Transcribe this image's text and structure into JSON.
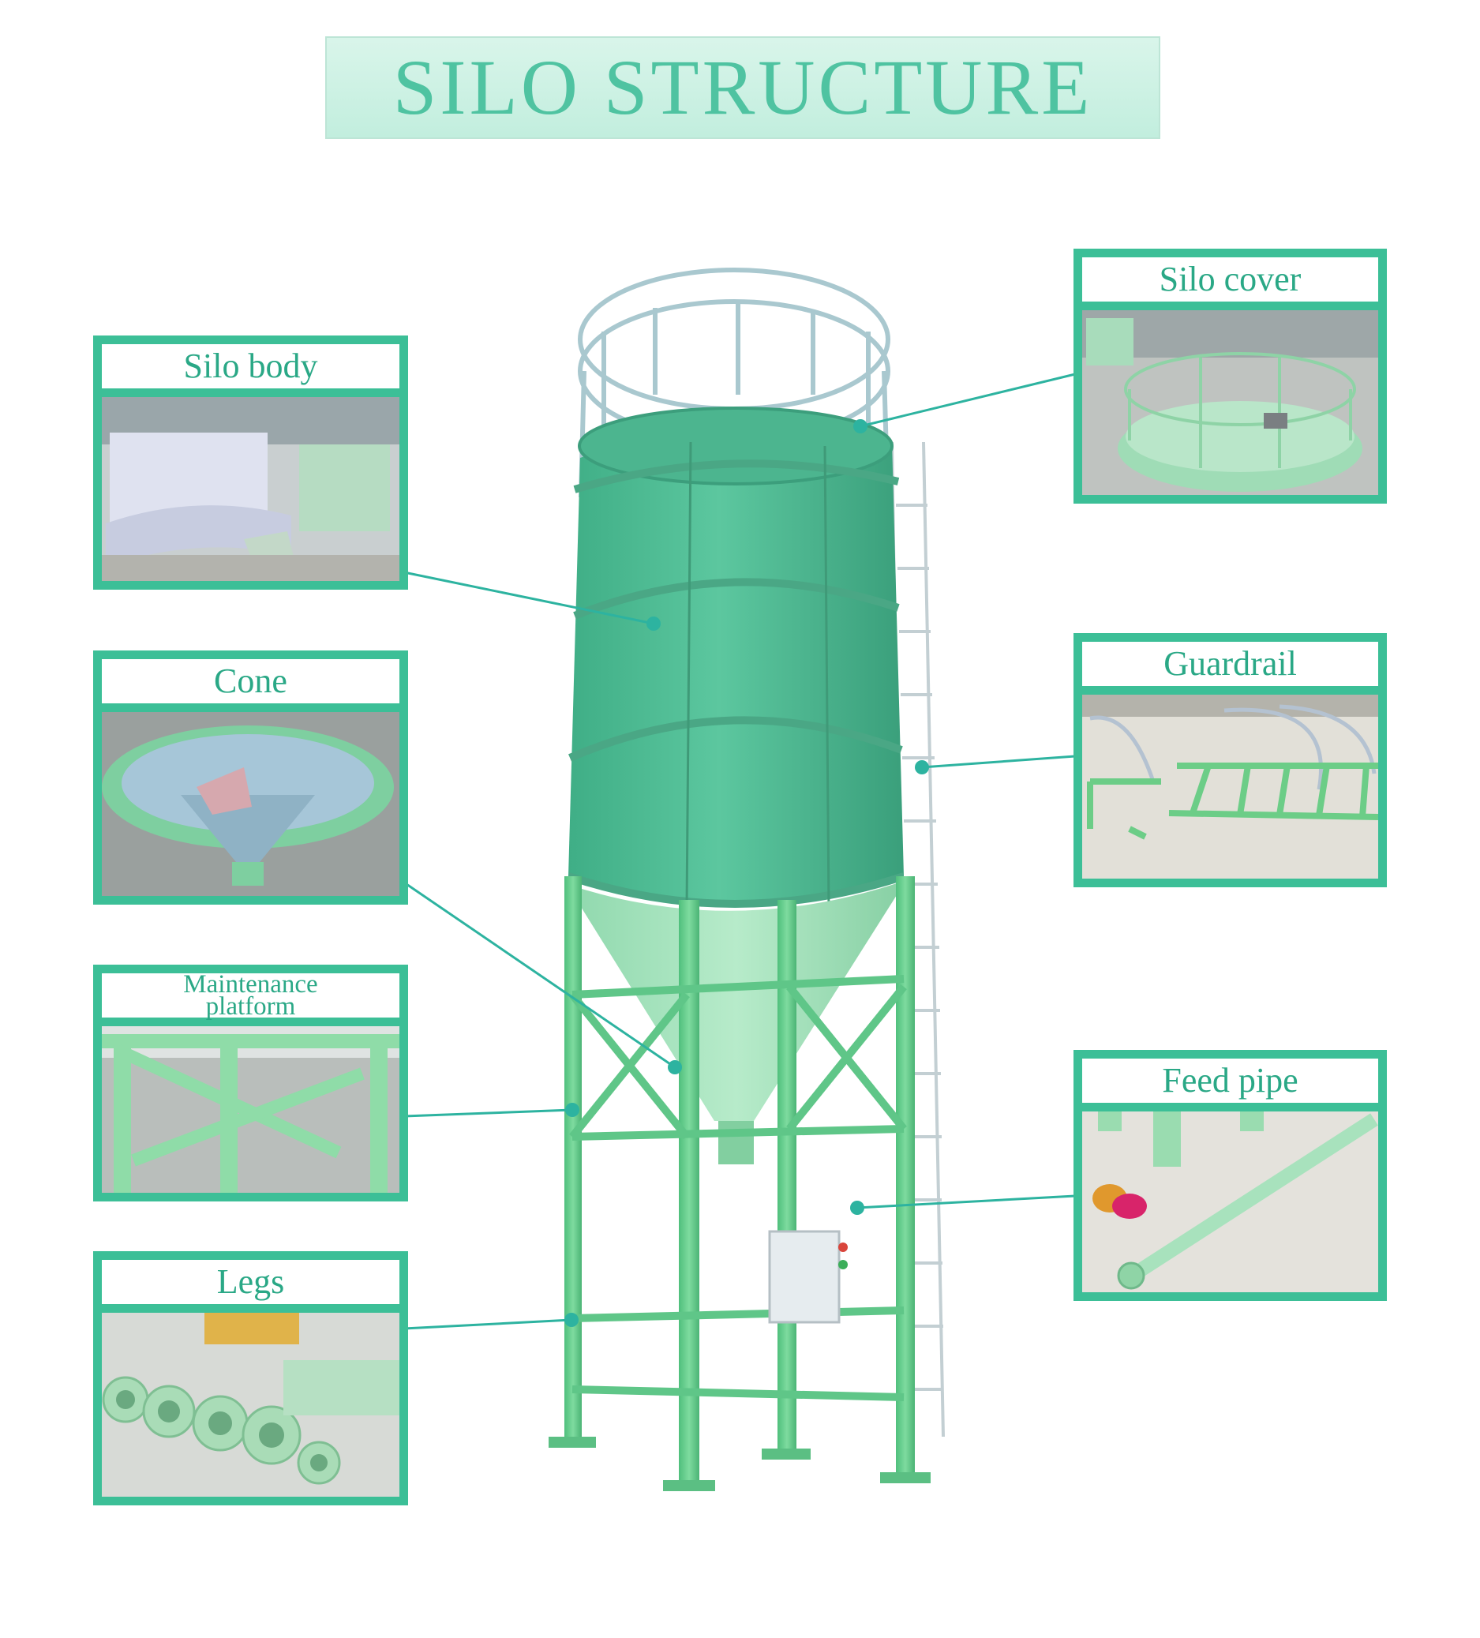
{
  "title": "SILO STRUCTURE",
  "components": {
    "silo_body": "Silo body",
    "cone": "Cone",
    "maintenance_platform": "Maintenance platform",
    "legs": "Legs",
    "silo_cover": "Silo cover",
    "guardrail": "Guardrail",
    "feed_pipe": "Feed pipe"
  },
  "colors": {
    "frame": "#3cbf97",
    "title_text": "#4fc3a1",
    "silo_body": "#55c29a",
    "silo_cone": "#a8e3bf",
    "legs": "#6bd08f",
    "callout_line": "#2db3a0"
  }
}
